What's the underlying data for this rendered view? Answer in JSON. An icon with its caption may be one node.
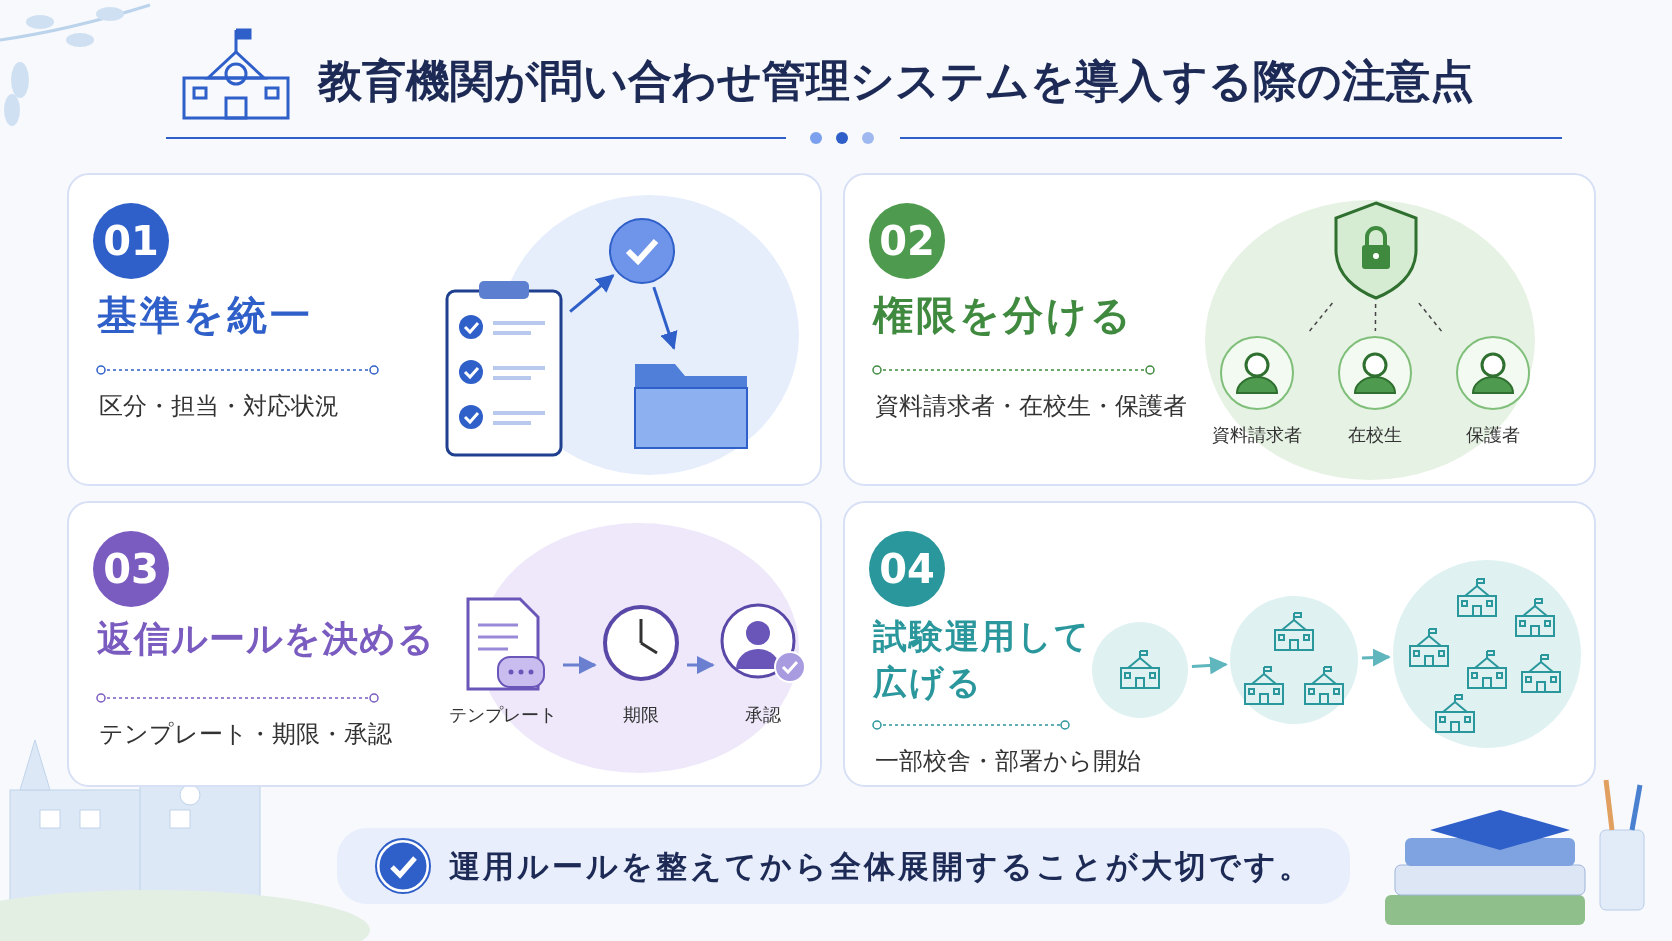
{
  "diagram": {
    "title": "教育機関が問い合わせ管理システムを導入する際の注意点",
    "nodes": [
      {
        "text": [
          "01",
          "基準を統一",
          "区分・担当・対応状況"
        ]
      },
      {
        "text": [],
        "shape": "picture",
        "in": 0
      },
      {
        "text": [],
        "shape": "picture",
        "in": 0
      },
      {
        "text": [],
        "shape": "picture",
        "in": 0
      },
      {
        "text": [
          "02",
          "権限を分ける",
          "資料請求者・在校生・保護者"
        ]
      },
      {
        "text": [],
        "shape": "picture",
        "in": 4
      },
      {
        "text": [
          "資料請求者"
        ],
        "in": 4
      },
      {
        "text": [
          "在校生"
        ],
        "in": 4
      },
      {
        "text": [
          "保護者"
        ],
        "in": 4
      },
      {
        "text": [
          "03",
          "返信ルールを決める",
          "テンプレート・期限・承認"
        ]
      },
      {
        "text": [
          "テンプレート"
        ],
        "in": 9
      },
      {
        "text": [
          "期限"
        ],
        "in": 9
      },
      {
        "text": [
          "承認"
        ],
        "in": 9
      },
      {
        "text": [
          "04",
          "試験運用して広げる",
          "一部校舎・部署から開始"
        ]
      },
      {
        "text": [],
        "shape": "circle",
        "in": 13
      },
      {
        "text": [],
        "shape": "circle",
        "in": 13
      },
      {
        "text": [],
        "shape": "circle",
        "in": 13
      },
      {
        "text": [
          "運用ルールを整えてから全体展開することが大切です。"
        ]
      }
    ],
    "edges": [
      {
        "from": 1,
        "to": 2,
        "arrow": "to",
        "color": "#2f5fc8"
      },
      {
        "from": 2,
        "to": 3,
        "arrow": "to",
        "color": "#2f5fc8"
      },
      {
        "from": 5,
        "to": 6,
        "arrow": "none",
        "style": "dashed",
        "color": "#444444"
      },
      {
        "from": 5,
        "to": 7,
        "arrow": "none",
        "style": "dashed",
        "color": "#444444"
      },
      {
        "from": 5,
        "to": 8,
        "arrow": "none",
        "style": "dashed",
        "color": "#444444"
      },
      {
        "from": 10,
        "to": 11,
        "arrow": "to",
        "color": "#6a7fd0"
      },
      {
        "from": 11,
        "to": 12,
        "arrow": "to",
        "color": "#6a7fd0"
      },
      {
        "from": 14,
        "to": 15,
        "arrow": "to",
        "color": "#5fb6bd"
      },
      {
        "from": 15,
        "to": 16,
        "arrow": "to",
        "color": "#5fb6bd"
      }
    ]
  }
}
